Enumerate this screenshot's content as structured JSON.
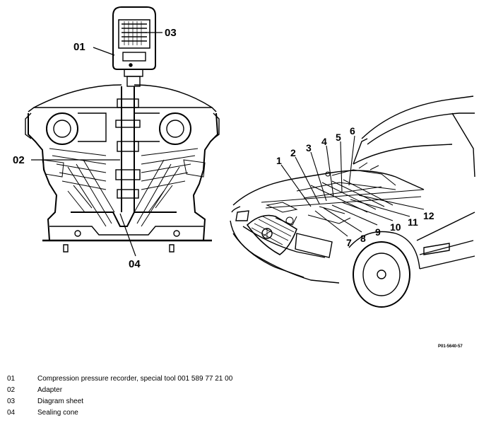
{
  "figure": {
    "engine_labels": [
      "01",
      "02",
      "03",
      "04"
    ],
    "car_labels": [
      "1",
      "2",
      "3",
      "4",
      "5",
      "6",
      "7",
      "8",
      "9",
      "10",
      "11",
      "12"
    ],
    "reference": "P01-5640-57"
  },
  "legend": [
    {
      "code": "01",
      "text": "Compression pressure recorder, special tool 001 589 77 21 00"
    },
    {
      "code": "02",
      "text": "Adapter"
    },
    {
      "code": "03",
      "text": "Diagram sheet"
    },
    {
      "code": "04",
      "text": "Sealing cone"
    }
  ]
}
